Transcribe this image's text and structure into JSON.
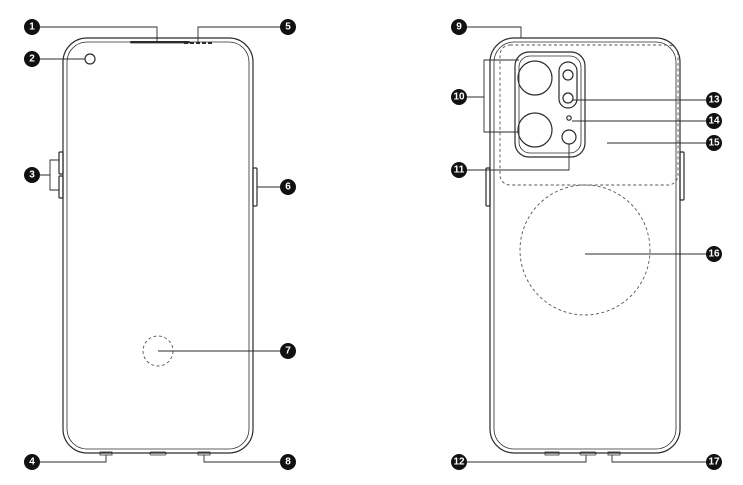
{
  "callouts": [
    "1",
    "2",
    "3",
    "4",
    "5",
    "6",
    "7",
    "8",
    "9",
    "10",
    "11",
    "12",
    "13",
    "14",
    "15",
    "16",
    "17"
  ],
  "colors": {
    "badge": "#111111",
    "badge_text": "#ffffff",
    "line": "#2b2b2b"
  }
}
